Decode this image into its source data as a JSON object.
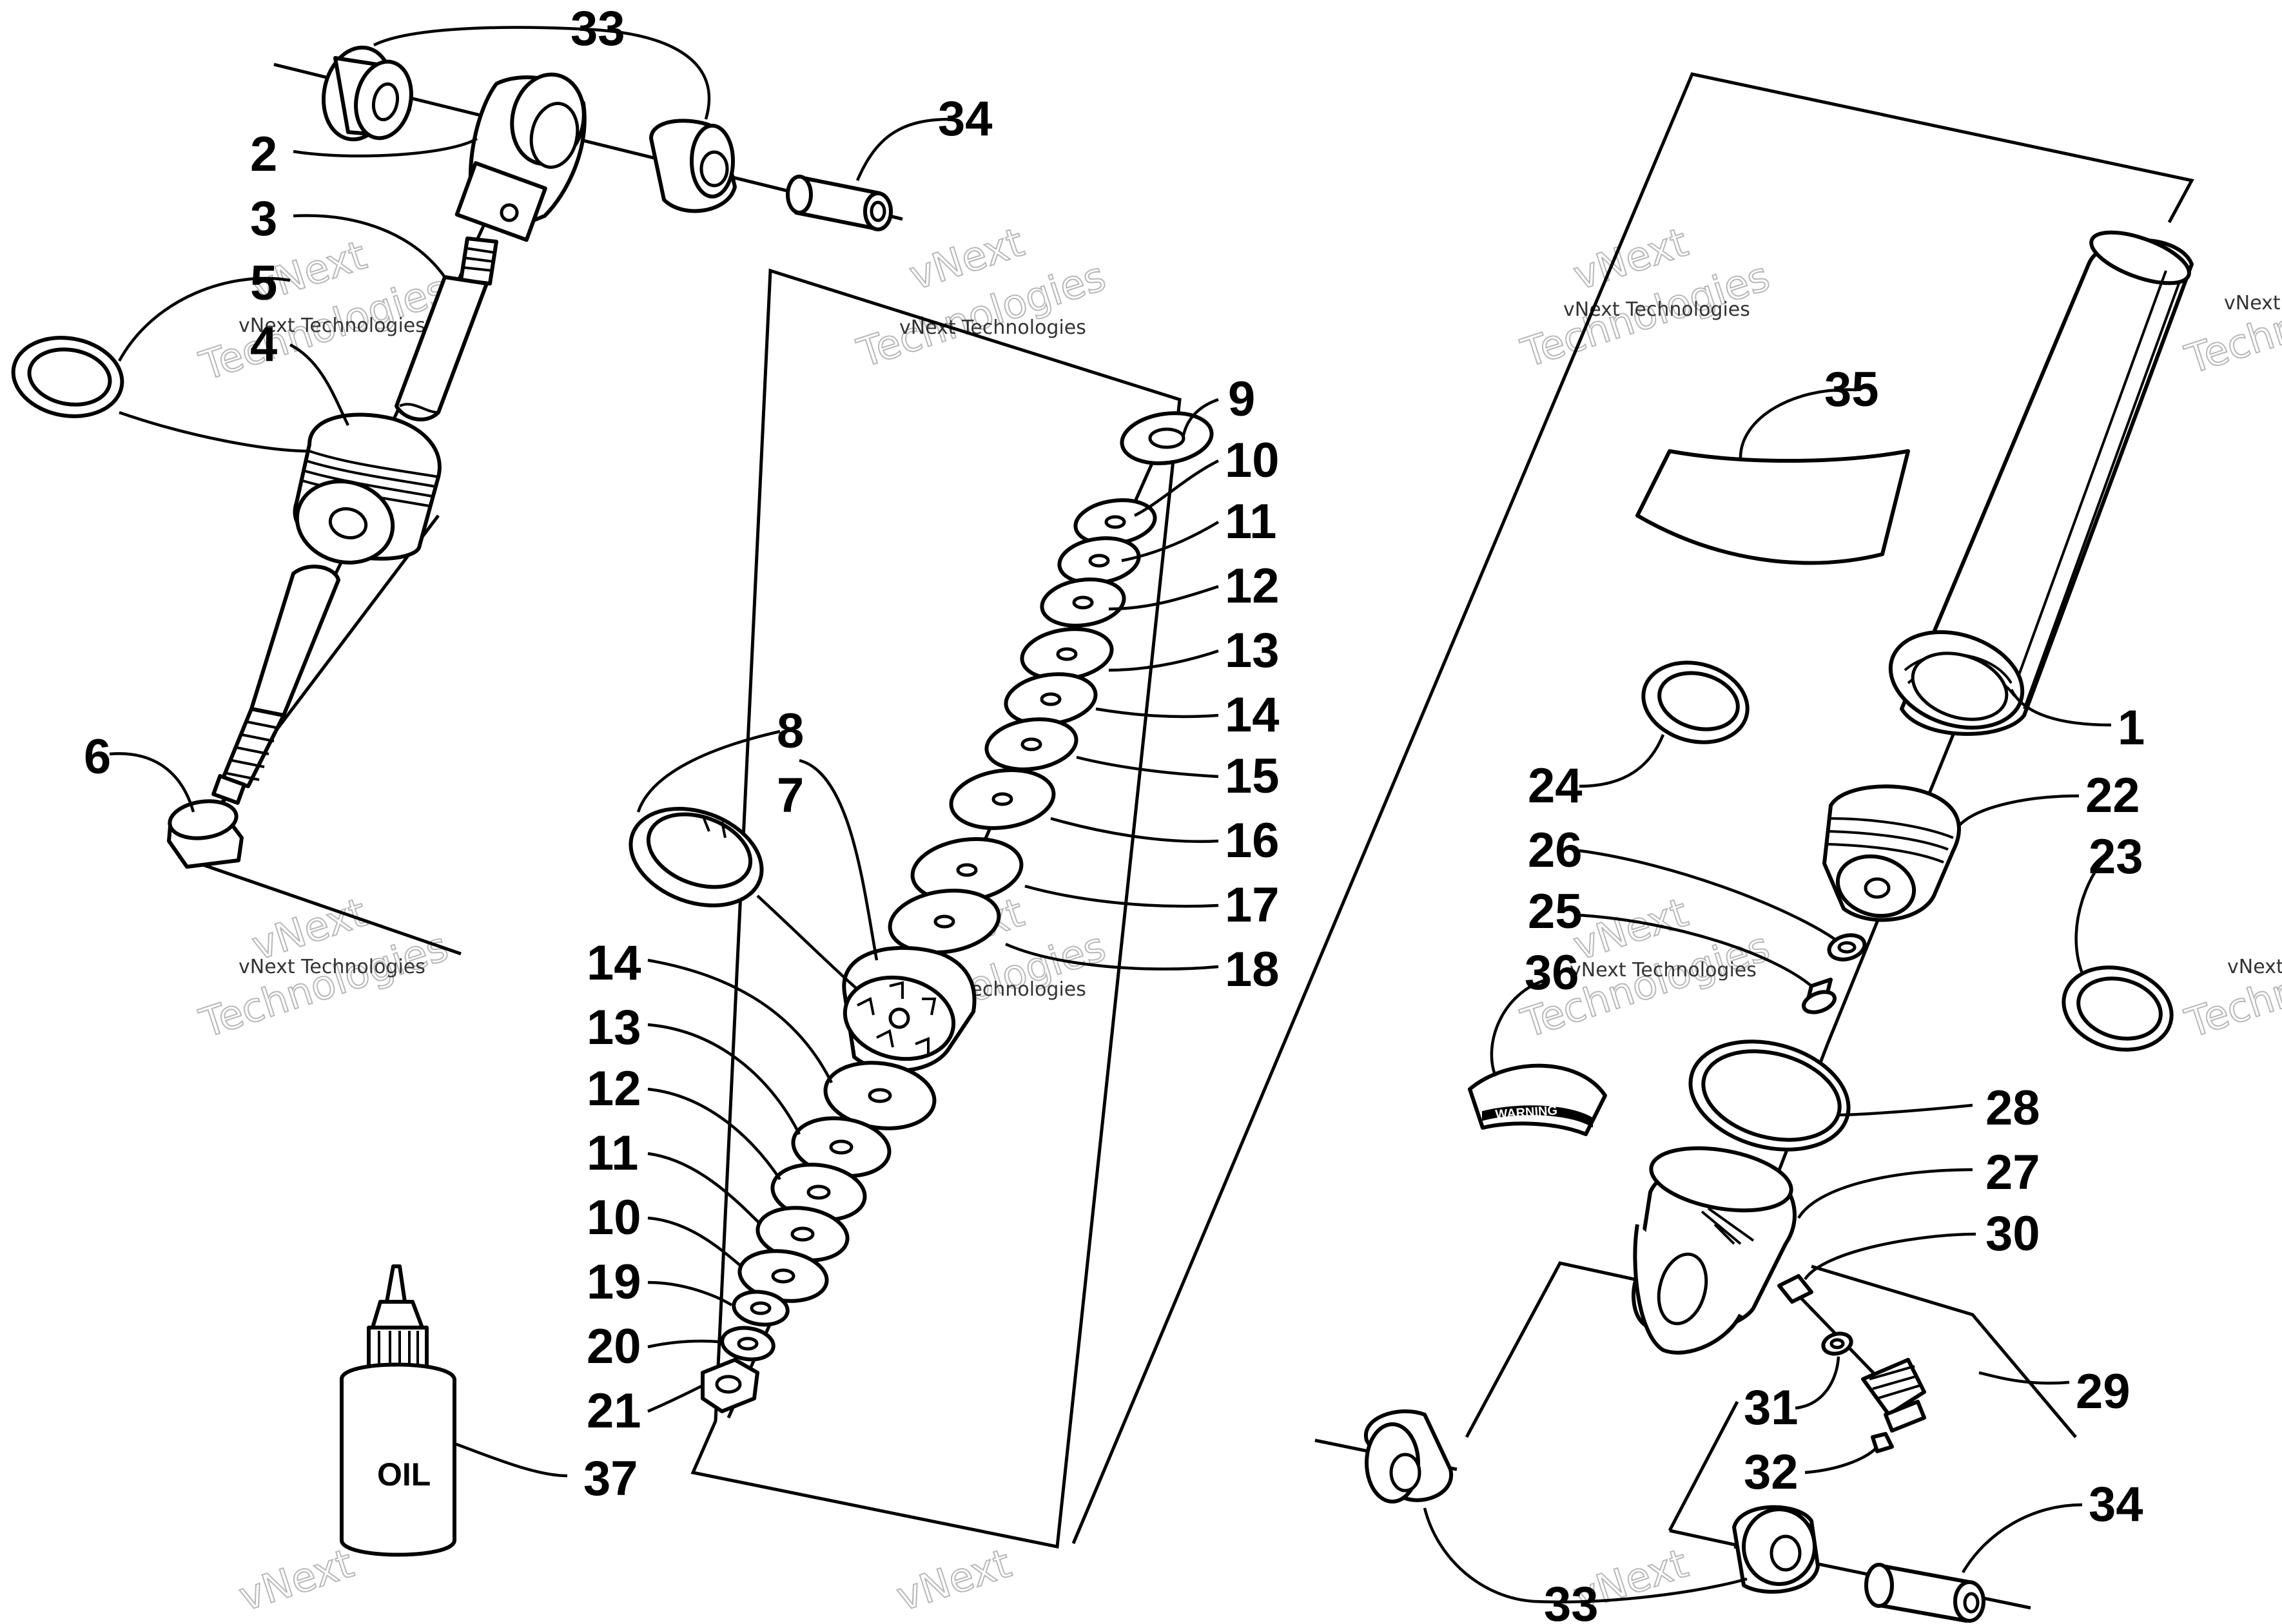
{
  "callouts": {
    "c1": "1",
    "c2": "2",
    "c3": "3",
    "c4": "4",
    "c5": "5",
    "c6": "6",
    "c7": "7",
    "c8": "8",
    "c9": "9",
    "c10a": "10",
    "c11a": "11",
    "c12a": "12",
    "c13a": "13",
    "c14a": "14",
    "c15": "15",
    "c16": "16",
    "c17": "17",
    "c18": "18",
    "c14b": "14",
    "c13b": "13",
    "c12b": "12",
    "c11b": "11",
    "c10b": "10",
    "c19": "19",
    "c20": "20",
    "c21": "21",
    "c22": "22",
    "c23": "23",
    "c24": "24",
    "c25": "25",
    "c26": "26",
    "c27": "27",
    "c28": "28",
    "c29": "29",
    "c30": "30",
    "c31": "31",
    "c32": "32",
    "c33a": "33",
    "c33b": "33",
    "c34a": "34",
    "c34b": "34",
    "c35": "35",
    "c36": "36",
    "c37": "37"
  },
  "labels": {
    "oil_bottle": "OIL",
    "warning_label": "WARNING"
  },
  "watermark": {
    "brand": "vNext",
    "company": "vNext Technologies",
    "technologies": "Technologies"
  }
}
